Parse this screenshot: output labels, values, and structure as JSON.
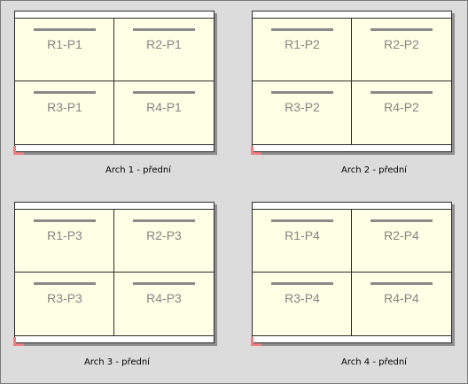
{
  "sheets": [
    {
      "caption": "Arch 1 - přední",
      "pages": [
        "R1-P1",
        "R2-P1",
        "R3-P1",
        "R4-P1"
      ]
    },
    {
      "caption": "Arch 2 - přední",
      "pages": [
        "R1-P2",
        "R2-P2",
        "R3-P2",
        "R4-P2"
      ]
    },
    {
      "caption": "Arch 3 - přední",
      "pages": [
        "R1-P3",
        "R2-P3",
        "R3-P3",
        "R4-P3"
      ]
    },
    {
      "caption": "Arch 4 - přední",
      "pages": [
        "R1-P4",
        "R2-P4",
        "R3-P4",
        "R4-P4"
      ]
    }
  ]
}
